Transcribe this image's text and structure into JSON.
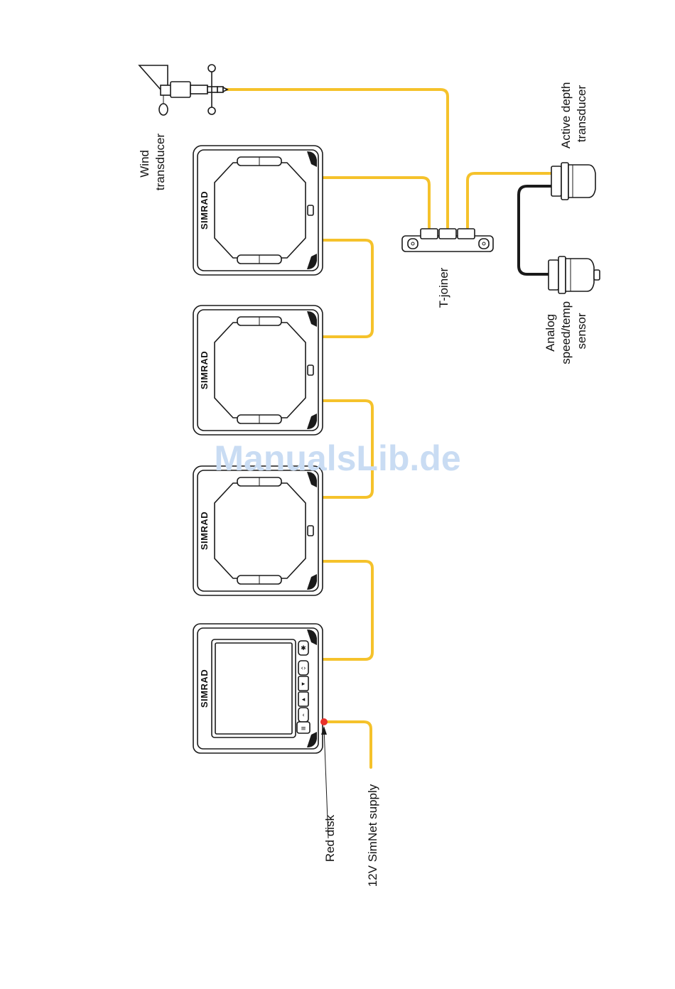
{
  "labels": {
    "wind": [
      "Wind",
      "transducer"
    ],
    "depth": [
      "Active depth",
      "transducer"
    ],
    "tjoiner": [
      "T-joiner"
    ],
    "speed": [
      "Analog",
      "speed/temp",
      "sensor"
    ],
    "red_disk": [
      "Red disk"
    ],
    "supply": [
      "12V SimNet supply"
    ]
  },
  "brand": "SIMRAD",
  "watermark": "ManualsLib.de",
  "keys": [
    "✱",
    "‹›",
    "▸",
    "◂",
    "‹",
    "≡"
  ],
  "colors": {
    "wire": "#f5c22b",
    "cable": "#1a1a1a",
    "red_disk": "#e8322b",
    "watermark": "#c9dcf3"
  }
}
